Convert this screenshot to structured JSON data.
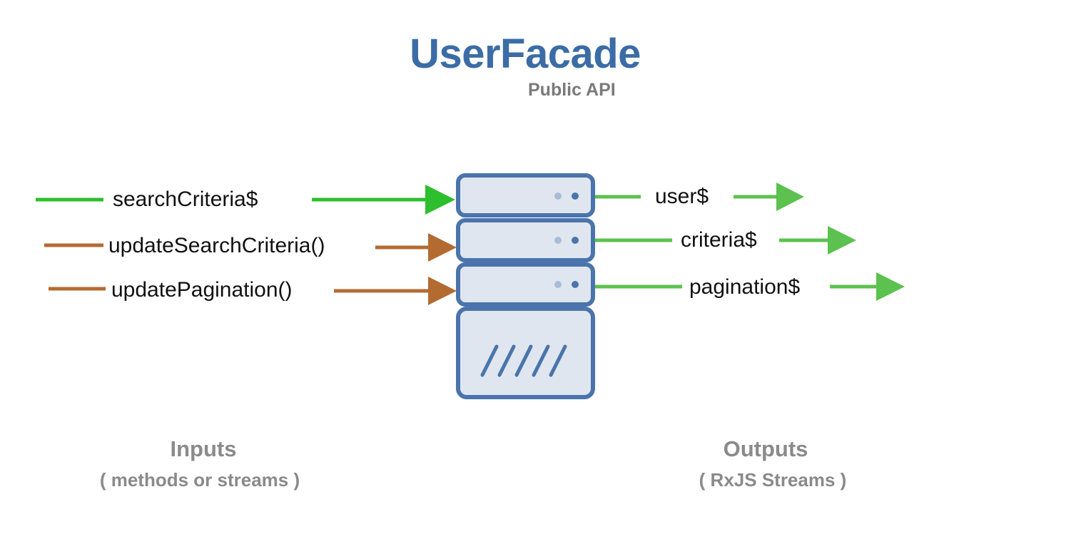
{
  "header": {
    "title": "UserFacade",
    "subtitle": "Public API"
  },
  "inputs": {
    "items": [
      {
        "label": "searchCriteria$",
        "kind": "stream"
      },
      {
        "label": "updateSearchCriteria()",
        "kind": "method"
      },
      {
        "label": "updatePagination()",
        "kind": "method"
      }
    ],
    "caption": "Inputs",
    "caption_sub": "( methods or streams )"
  },
  "outputs": {
    "items": [
      {
        "label": "user$"
      },
      {
        "label": "criteria$"
      },
      {
        "label": "pagination$"
      }
    ],
    "caption": "Outputs",
    "caption_sub": "( RxJS Streams )"
  },
  "colors": {
    "title": "#3b6ca6",
    "stream_arrow": "#2dbf2d",
    "method_arrow": "#b36b32",
    "output_arrow": "#5cc14f",
    "server_fill": "#dfe6ef",
    "server_stroke": "#4a74ab",
    "caption": "#8a8a8a"
  },
  "icons": {
    "server": "server-rack-icon"
  }
}
